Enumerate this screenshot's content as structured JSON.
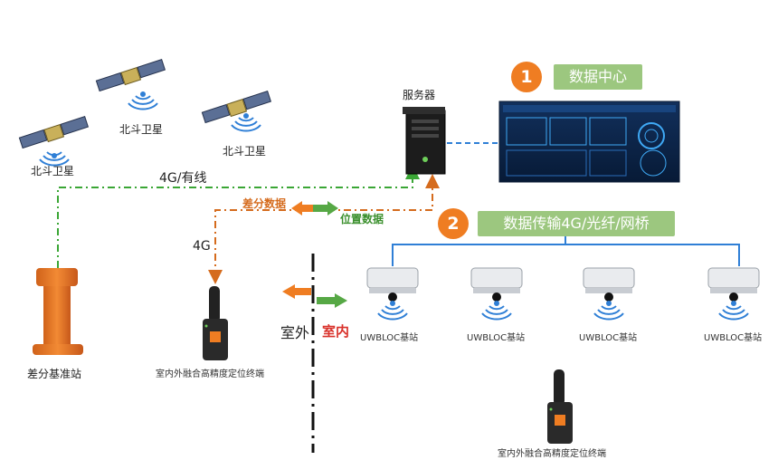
{
  "satellites": [
    {
      "label": "北斗卫星"
    },
    {
      "label": "北斗卫星"
    },
    {
      "label": "北斗卫星"
    }
  ],
  "server_label": "服务器",
  "data_center": {
    "number": "1",
    "label": "数据中心"
  },
  "data_transfer": {
    "number": "2",
    "label": "数据传输4G/光纤/网桥"
  },
  "link_4g_wired": "4G/有线",
  "link_4g": "4G",
  "diff_data": "差分数据",
  "position_data": "位置数据",
  "base_station_label": "差分基准站",
  "outdoor_label": "室外",
  "indoor_label": "室内",
  "terminal_label_left": "室内外融合高精度定位终端",
  "terminal_label_right": "室内外融合高精度定位终端",
  "uwb_stations": [
    {
      "label": "UWBLOC基站"
    },
    {
      "label": "UWBLOC基站"
    },
    {
      "label": "UWBLOC基站"
    },
    {
      "label": "UWBLOC基站"
    }
  ],
  "colors": {
    "orange": "#ef7d22",
    "green_box": "#9cc77f",
    "green_line": "#3aa635",
    "orange_line": "#d56b1d",
    "blue": "#2f7fd6",
    "dark_blue": "#0d2a52"
  }
}
